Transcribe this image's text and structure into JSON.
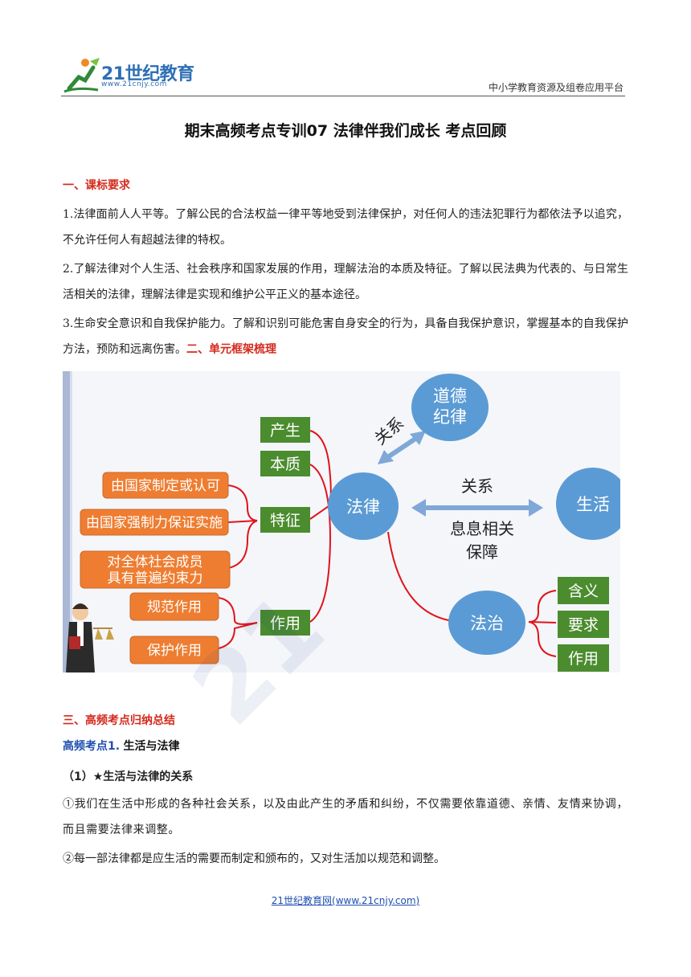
{
  "header": {
    "brand": "21世纪教育",
    "url": "www.21cnjy.com",
    "platform": "中小学教育资源及组卷应用平台"
  },
  "title": "期末高频考点专训07 法律伴我们成长 考点回顾",
  "section1": {
    "heading": "一、课标要求",
    "items": [
      "1.法律面前人人平等。了解公民的合法权益一律平等地受到法律保护，对任何人的违法犯罪行为都依法予以追究，不允许任何人有超越法律的特权。",
      "2.了解法律对个人生活、社会秩序和国家发展的作用，理解法治的本质及特征。了解以民法典为代表的、与日常生活相关的法律，理解法律是实现和维护公平正义的基本途径。",
      "3.生命安全意识和自我保护能力。了解和识别可能危害自身安全的行为，具备自我保护意识，掌握基本的自我保护方法，预防和远离伤害。"
    ],
    "section2_heading": "二、单元框架梳理"
  },
  "diagram": {
    "center": "法律",
    "morality_line1": "道德",
    "morality_line2": "纪律",
    "life": "生活",
    "rule_of_law": "法治",
    "relation_diag": "关系",
    "relation_right": "关系",
    "related_line1": "息息相关",
    "related_line2": "保障",
    "left_boxes": {
      "origin": "产生",
      "essence": "本质",
      "features": "特征",
      "role": "作用"
    },
    "feature_items": {
      "f1": "由国家制定或认可",
      "f2": "由国家强制力保证实施",
      "f3_line1": "对全体社会成员",
      "f3_line2": "具有普遍约束力"
    },
    "role_items": {
      "r1": "规范作用",
      "r2": "保护作用"
    },
    "right_boxes": {
      "meaning": "含义",
      "requirement": "要求",
      "role": "作用"
    },
    "colors": {
      "green": "#4b8c2f",
      "orange": "#ee7d31",
      "blue_ellipse": "#5b9bd5",
      "arrow": "#5b9bd5",
      "connector": "#e0141b"
    }
  },
  "section3": {
    "heading": "三、高频考点归纳总结",
    "kp_label": "高频考点1.",
    "kp_title": "生活与法律",
    "sub": "（1）★生活与法律的关系",
    "p1": "①我们在生活中形成的各种社会关系，以及由此产生的矛盾和纠纷，不仅需要依靠道德、亲情、友情来协调，而且需要法律来调整。",
    "p2": "②每一部法律都是应生活的需要而制定和颁布的，又对生活加以规范和调整。"
  },
  "footer": "21世纪教育网(www.21cnjy.com)"
}
